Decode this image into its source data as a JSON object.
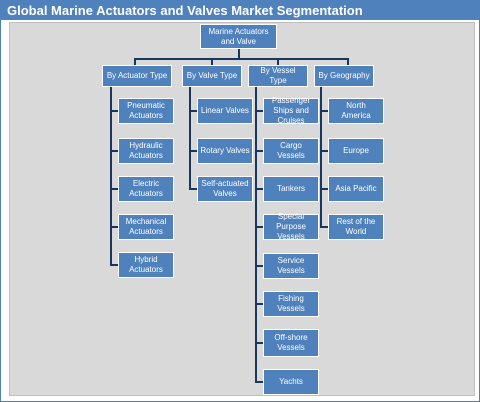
{
  "title": "Global Marine Actuators and Valves Market Segmentation",
  "root": "Marine Actuators and Valve",
  "categories": [
    {
      "label": "By Actuator Type",
      "items": [
        "Pneumatic Actuators",
        "Hydraulic Actuators",
        "Electric Actuators",
        "Mechanical Actuators",
        "Hybrid Actuators"
      ]
    },
    {
      "label": "By Valve Type",
      "items": [
        "Linear Valves",
        "Rotary Valves",
        "Self-actuated Valves"
      ]
    },
    {
      "label": "By Vessel Type",
      "items": [
        "Passenger Ships and Cruises",
        "Cargo Vessels",
        "Tankers",
        "Special Purpose Vessels",
        "Service Vessels",
        "Fishing Vessels",
        "Off-shore Vessels",
        "Yachts"
      ]
    },
    {
      "label": "By Geography",
      "items": [
        "North America",
        "Europe",
        "Asia Pacific",
        "Rest of the World"
      ]
    }
  ],
  "colors": {
    "node": "#4f81bd",
    "connector": "#17375e",
    "background": "#d9d9d9"
  }
}
